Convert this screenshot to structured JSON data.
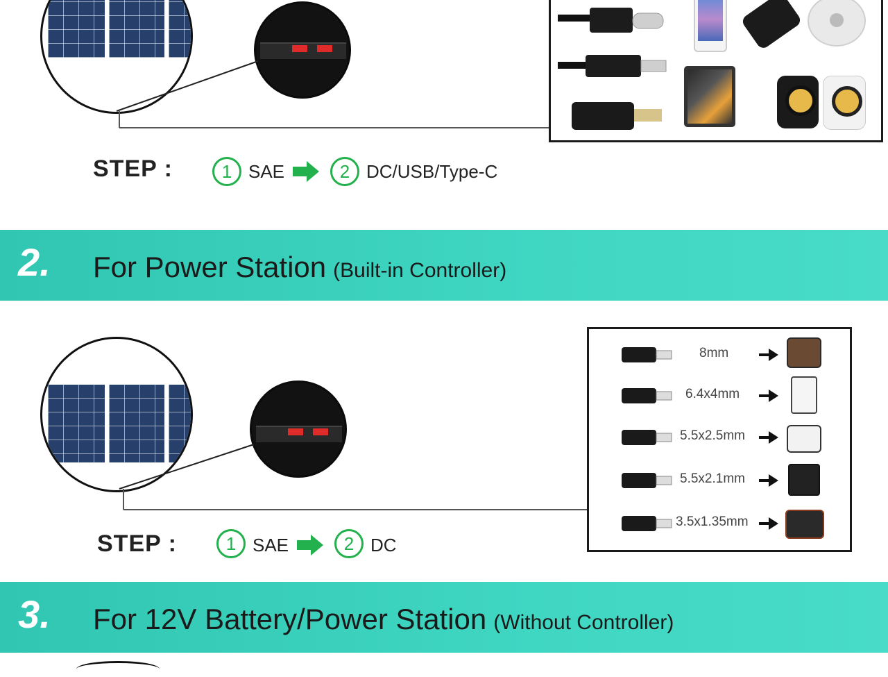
{
  "section1": {
    "step_label": "STEP :",
    "step1_num": "1",
    "step1_text": "SAE",
    "step2_num": "2",
    "step2_text": "DC/USB/Type-C"
  },
  "section2": {
    "number": "2.",
    "title": "For Power Station",
    "subtitle": "(Built-in Controller)",
    "step_label": "STEP :",
    "step1_num": "1",
    "step1_text": "SAE",
    "step2_num": "2",
    "step2_text": "DC",
    "connectors": [
      "8mm",
      "6.4x4mm",
      "5.5x2.5mm",
      "5.5x2.1mm",
      "3.5x1.35mm"
    ]
  },
  "section3": {
    "number": "3.",
    "title": "For 12V Battery/Power Station",
    "subtitle": "(Without Controller)"
  },
  "colors": {
    "banner": "#3fd6c2",
    "step_green": "#22b14c",
    "panel_blue": "#27406b"
  }
}
